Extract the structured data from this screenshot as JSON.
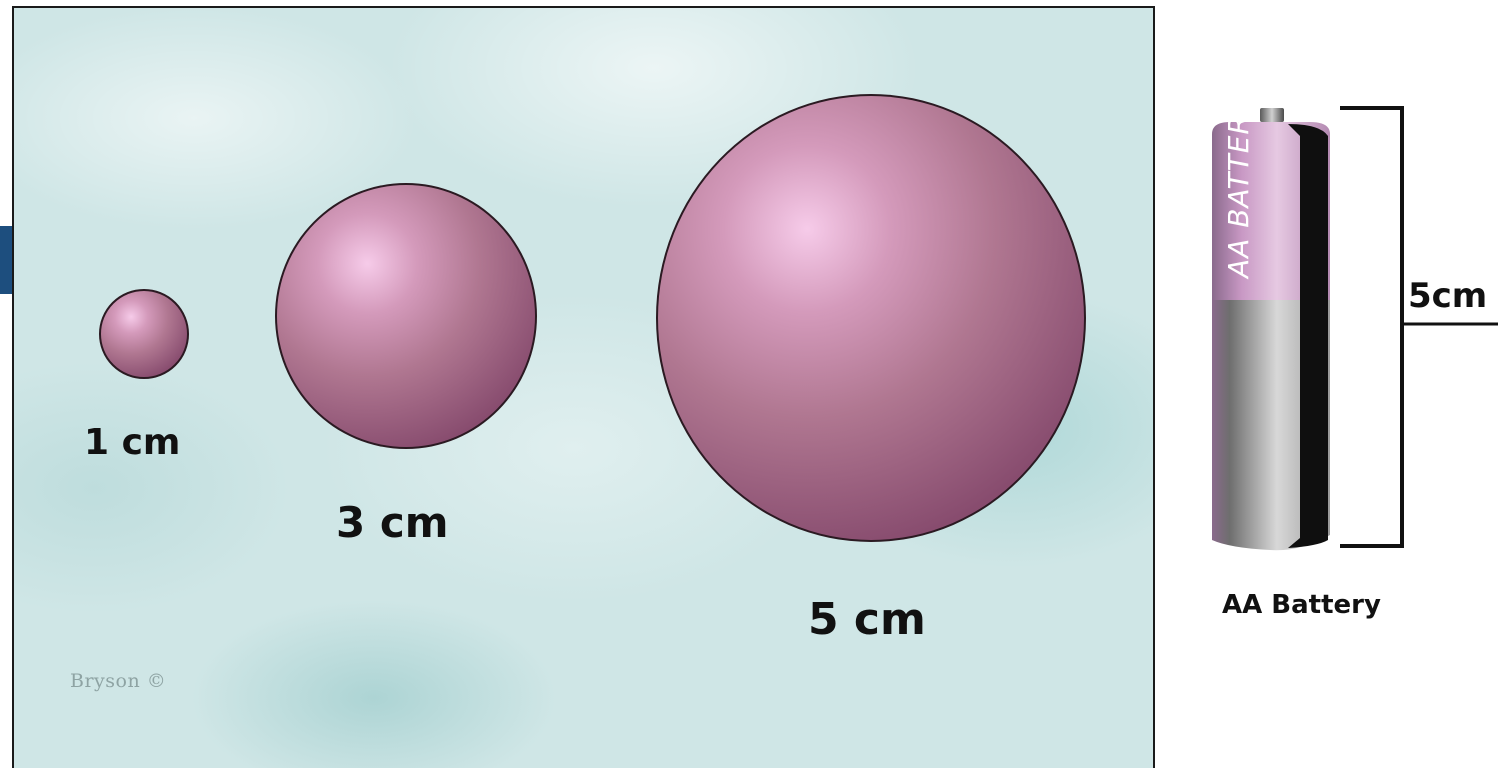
{
  "spheres": [
    {
      "diameter_label": "1 cm",
      "diameter_cm": 1
    },
    {
      "diameter_label": "3 cm",
      "diameter_cm": 3
    },
    {
      "diameter_label": "5 cm",
      "diameter_cm": 5
    }
  ],
  "credit": "Bryson ©",
  "battery": {
    "body_text": "AA BATTERY",
    "caption": "AA Battery",
    "length_label": "5cm"
  },
  "colors": {
    "sphere_highlight": "#f6cbe9",
    "sphere_shadow": "#6e2f57",
    "background": "#cfe6e6",
    "battery_label_band": "#c898c4",
    "side_tab": "#1d4e7e"
  }
}
